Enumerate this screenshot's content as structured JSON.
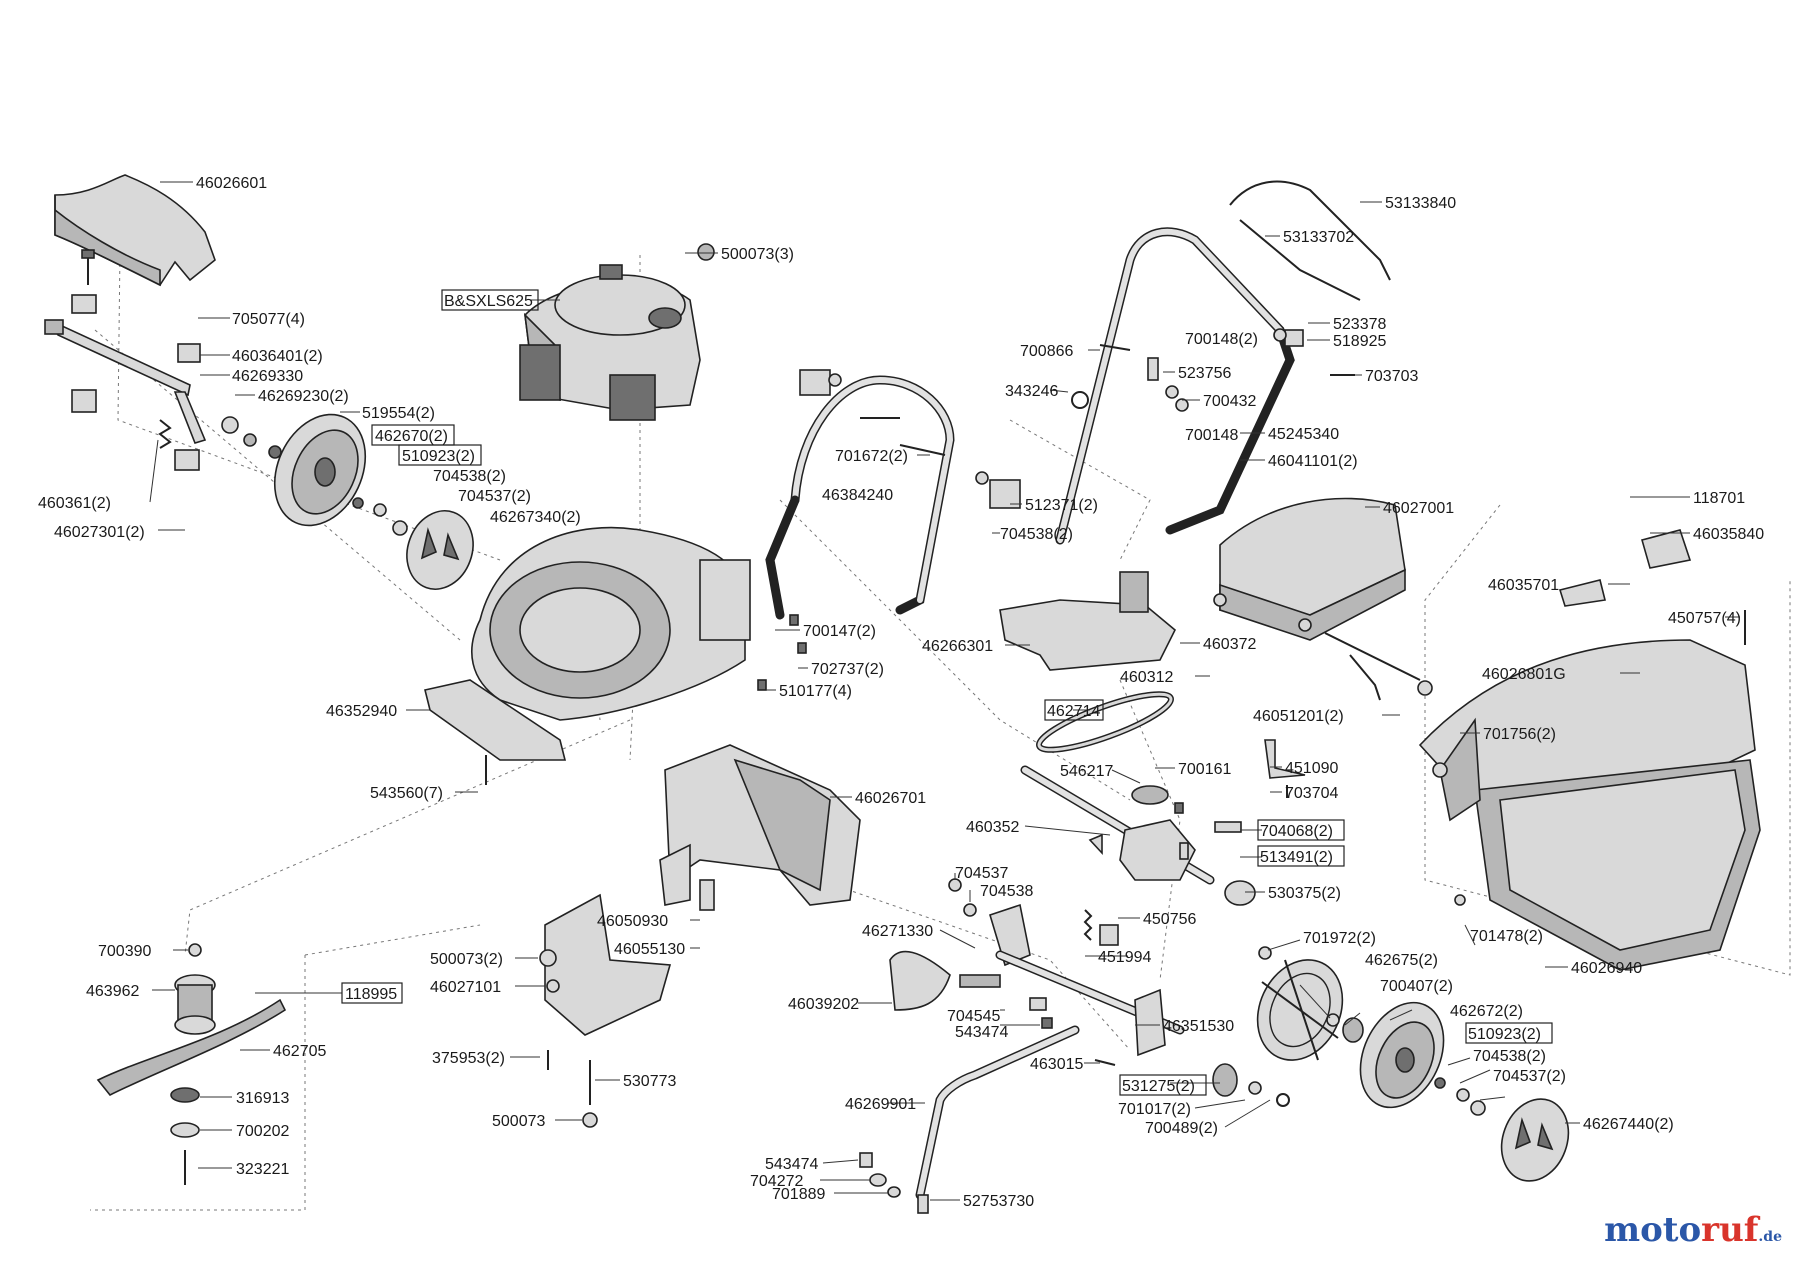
{
  "brand": {
    "name_part1": "moto",
    "name_part2": "ruf",
    "tld": ".de"
  },
  "labels": [
    "46026601",
    "705077(4)",
    "46036401(2)",
    "46269330",
    "46269230(2)",
    "519554(2)",
    "462670(2)",
    "510923(2)",
    "704538(2)",
    "704537(2)",
    "46267340(2)",
    "460361(2)",
    "46027301(2)",
    "500073(3)",
    "B&SXLS625",
    "46352940",
    "543560(7)",
    "700147(2)",
    "702737(2)",
    "510177(4)",
    "53133840",
    "53133702",
    "523378",
    "518925",
    "700866",
    "700148(2)",
    "703703",
    "523756",
    "343246",
    "700432",
    "700148",
    "45245340",
    "46041101(2)",
    "701672(2)",
    "46384240",
    "512371(2)",
    "704538(2)",
    "46027001",
    "118701",
    "46035840",
    "46035701",
    "450757(4)",
    "46026801G",
    "46266301",
    "460372",
    "460312",
    "46051201(2)",
    "701756(2)",
    "701478(2)",
    "46026940",
    "462714",
    "546217",
    "700161",
    "451090",
    "703704",
    "460352",
    "704068(2)",
    "513491(2)",
    "530375(2)",
    "450756",
    "451994",
    "46026701",
    "46050930",
    "46055130",
    "704537",
    "704538",
    "46271330",
    "46039202",
    "704545",
    "543474",
    "46351530",
    "463015",
    "531275(2)",
    "701017(2)",
    "700489(2)",
    "46269901",
    "543474",
    "704272",
    "701889",
    "52753730",
    "701972(2)",
    "462675(2)",
    "700407(2)",
    "462672(2)",
    "510923(2)",
    "704538(2)",
    "704537(2)",
    "46267440(2)",
    "700390",
    "463962",
    "118995",
    "462705",
    "316913",
    "700202",
    "323221",
    "500073(2)",
    "46027101",
    "375953(2)",
    "530773",
    "500073"
  ]
}
